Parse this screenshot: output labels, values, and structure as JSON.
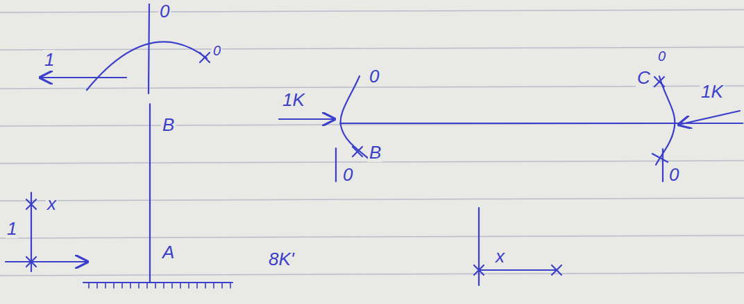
{
  "diagram": {
    "labels": [
      "0",
      "1",
      "0",
      "0",
      "C",
      "0",
      "1K",
      "1K",
      "B",
      "B",
      "0",
      "0",
      "1",
      "x",
      "A",
      "8K'",
      "x"
    ]
  }
}
